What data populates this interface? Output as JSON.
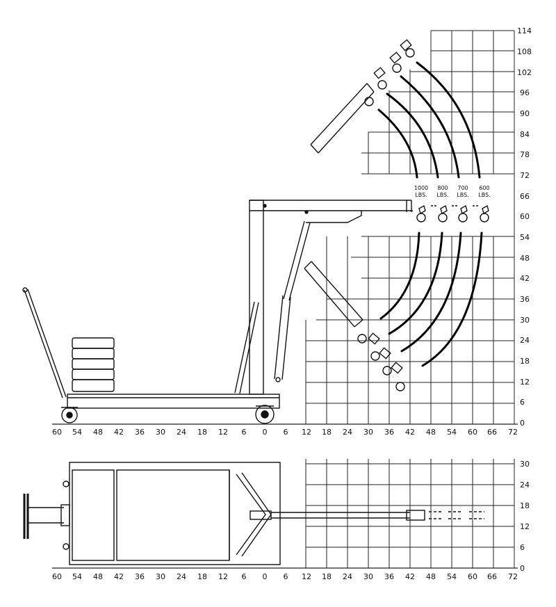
{
  "side_view": {
    "x_ticks": [
      "60",
      "54",
      "48",
      "42",
      "36",
      "30",
      "24",
      "18",
      "12",
      "6",
      "0",
      "6",
      "12",
      "18",
      "24",
      "30",
      "36",
      "42",
      "48",
      "54",
      "60",
      "66",
      "72"
    ],
    "y_ticks": [
      "0",
      "6",
      "12",
      "18",
      "24",
      "30",
      "36",
      "42",
      "48",
      "54",
      "60",
      "66",
      "72",
      "78",
      "84",
      "90",
      "96",
      "102",
      "108",
      "114"
    ],
    "capacities": [
      {
        "line1": "1000",
        "line2": "LBS."
      },
      {
        "line1": "800",
        "line2": "LBS."
      },
      {
        "line1": "700",
        "line2": "LBS."
      },
      {
        "line1": "600",
        "line2": "LBS."
      }
    ]
  },
  "top_view": {
    "x_ticks": [
      "60",
      "54",
      "48",
      "42",
      "36",
      "30",
      "24",
      "18",
      "12",
      "6",
      "0",
      "6",
      "12",
      "18",
      "24",
      "30",
      "36",
      "42",
      "48",
      "54",
      "60",
      "66",
      "72"
    ],
    "y_ticks": [
      "0",
      "6",
      "12",
      "18",
      "24",
      "30"
    ]
  }
}
